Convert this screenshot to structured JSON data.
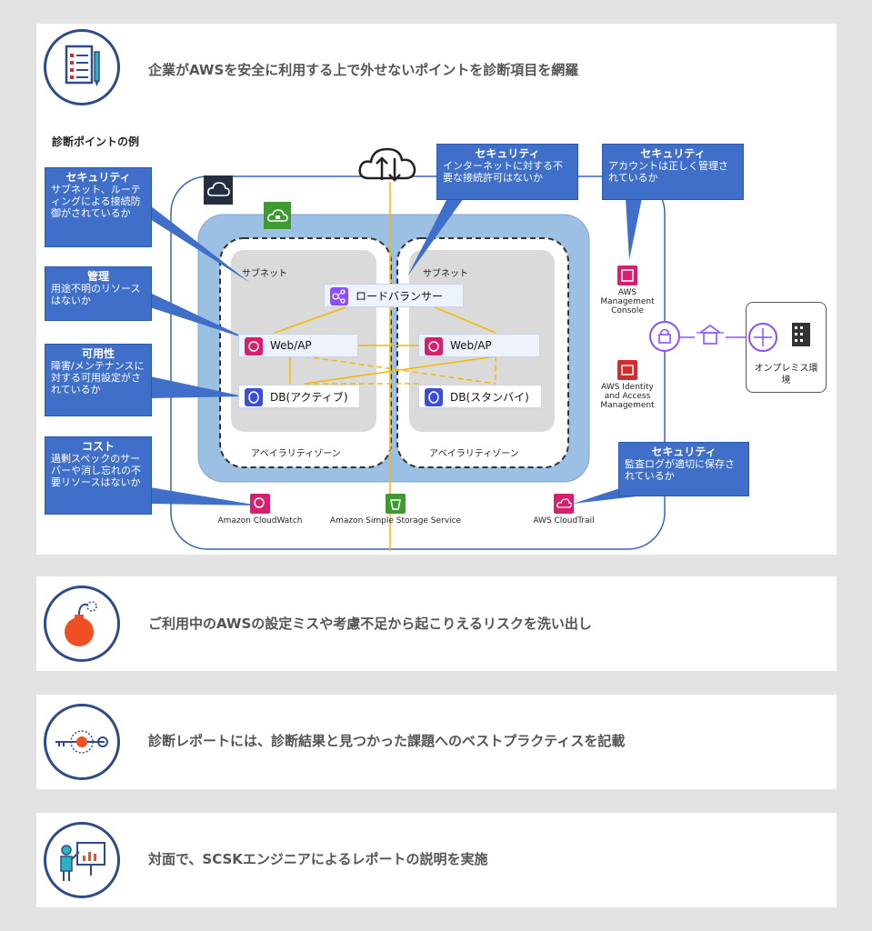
{
  "sections": [
    {
      "heading": "企業がAWSを安全に利用する上で外せないポイントを診断項目を網羅",
      "icon": "checklist-icon"
    },
    {
      "heading": "ご利用中のAWSの設定ミスや考慮不足から起こりえるリスクを洗い出し",
      "icon": "bomb-icon"
    },
    {
      "heading": "診断レポートには、診断結果と見つかった課題へのベストプラクティスを記載",
      "icon": "key-target-icon"
    },
    {
      "heading": "対面で、SCSKエンジニアによるレポートの説明を実施",
      "icon": "presenter-icon"
    }
  ],
  "diagram": {
    "title": "診断ポイントの例",
    "callouts": [
      {
        "title": "セキュリティ",
        "body": "サブネット、ルーティングによる接続防御がされているか"
      },
      {
        "title": "管理",
        "body": "用途不明のリソースはないか"
      },
      {
        "title": "可用性",
        "body": "障害/メンテナンスに対する可用設定がされているか"
      },
      {
        "title": "コスト",
        "body": "過剰スペックのサーバーや消し忘れの不要リソースはないか"
      },
      {
        "title": "セキュリティ",
        "body": "インターネットに対する不要な接続許可はないか"
      },
      {
        "title": "セキュリティ",
        "body": "アカウントは正しく管理されているか"
      },
      {
        "title": "セキュリティ",
        "body": "監査ログが適切に保存されているか"
      }
    ],
    "subnet_label": "サブネット",
    "az_label": "アベイラリティゾーン",
    "load_balancer": "ロードバランサー",
    "web_ap": "Web/AP",
    "db_active": "DB(アクティブ)",
    "db_standby": "DB(スタンバイ)",
    "services": {
      "management_console": "AWS Management Console",
      "iam": "AWS Identity and Access Management",
      "cloudwatch": "Amazon CloudWatch",
      "s3": "Amazon Simple Storage Service",
      "cloudtrail": "AWS CloudTrail"
    },
    "onprem": "オンプレミス環境",
    "colors": {
      "callout": "#3f6fc8",
      "vpc": "#9cc0e4",
      "pink": "#d6206e",
      "purple": "#8c4fff",
      "green": "#3f9a32",
      "red": "#d12d2d",
      "gold": "#f5b800",
      "bomb": "#f04e23"
    }
  }
}
